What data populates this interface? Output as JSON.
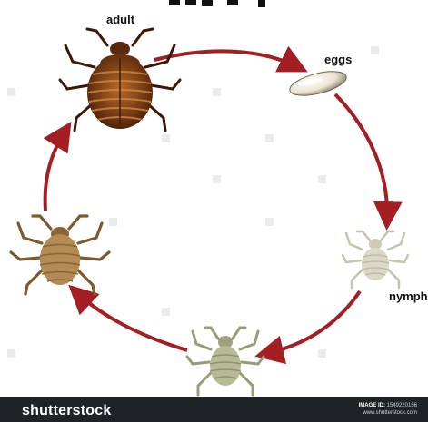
{
  "diagram": {
    "stages": {
      "adult": {
        "label": "adult"
      },
      "eggs": {
        "label": "eggs"
      },
      "nymph": {
        "label": "nymph"
      }
    },
    "colors": {
      "arrow": "#a31f24",
      "adult_body": "#7a3e16",
      "adult_band": "#c37a35",
      "nymph_late": "#b48a55",
      "nymph_mid": "#b9bd98",
      "nymph_early": "#d8d5c3",
      "egg": "#efe9d8"
    },
    "cycle_order": [
      "adult",
      "eggs",
      "nymph",
      "nymph",
      "nymph",
      "adult"
    ]
  },
  "watermark": {
    "brand": "shutterstock",
    "image_id_label": "IMAGE ID:",
    "image_id": "1549220156",
    "site": "www.shutterstock.com"
  }
}
